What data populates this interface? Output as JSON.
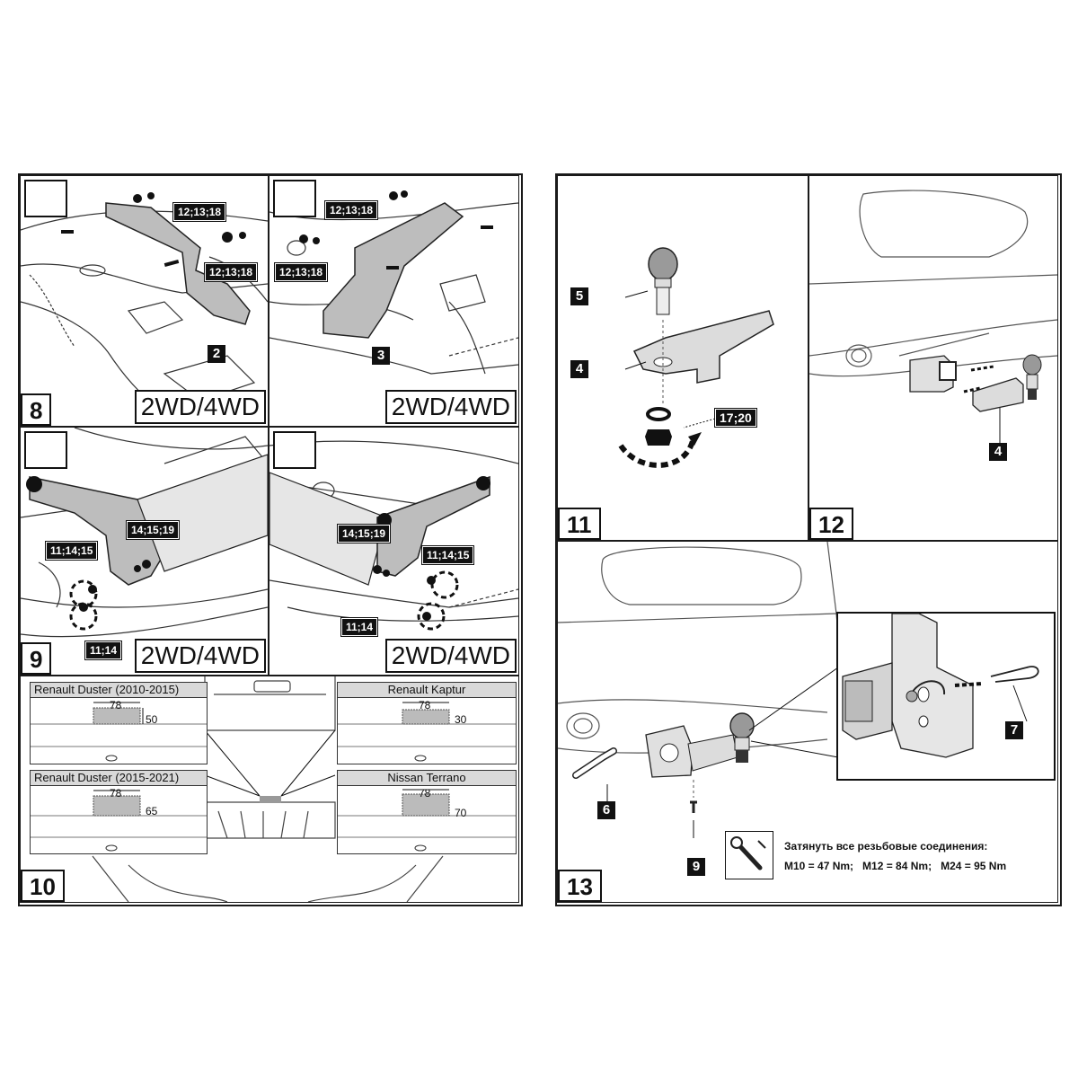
{
  "left_sheet": {
    "panel8": {
      "step": "8",
      "drive": "2WD/4WD",
      "tag_a": "12;13;18",
      "tag_b": "12;13;18",
      "tag_c": "2",
      "tag_d": "12;13;18",
      "tag_e": "12;13;18",
      "tag_f": "3"
    },
    "panel8b": {
      "drive": "2WD/4WD"
    },
    "panel9": {
      "step": "9",
      "drive": "2WD/4WD",
      "tag_a": "14;15;19",
      "tag_b": "11;14;15",
      "tag_c": "11;14"
    },
    "panel9b": {
      "drive": "2WD/4WD",
      "tag_a": "14;15;19",
      "tag_b": "11;14;15",
      "tag_c": "11;14"
    },
    "panel10": {
      "step": "10",
      "boxes": [
        {
          "title": "Renault Duster (2010-2015)",
          "width": "78",
          "height": "50"
        },
        {
          "title": "Renault Kaptur",
          "width": "78",
          "height": "30"
        },
        {
          "title": "Renault Duster (2015-2021)",
          "width": "78",
          "height": "65"
        },
        {
          "title": "Nissan Terrano",
          "width": "78",
          "height": "70"
        }
      ]
    }
  },
  "right_sheet": {
    "panel11": {
      "step": "11",
      "tag_5": "5",
      "tag_4": "4",
      "tag_nut": "17;20"
    },
    "panel12": {
      "step": "12",
      "tag_4": "4"
    },
    "panel13": {
      "step": "13",
      "tag_6": "6",
      "tag_9": "9",
      "tag_7": "7",
      "torque_title": "Затянуть все резьбовые соединения:",
      "torque_values": "M10 = 47 Nm;   M12 = 84 Nm;   M24 = 95 Nm"
    }
  }
}
